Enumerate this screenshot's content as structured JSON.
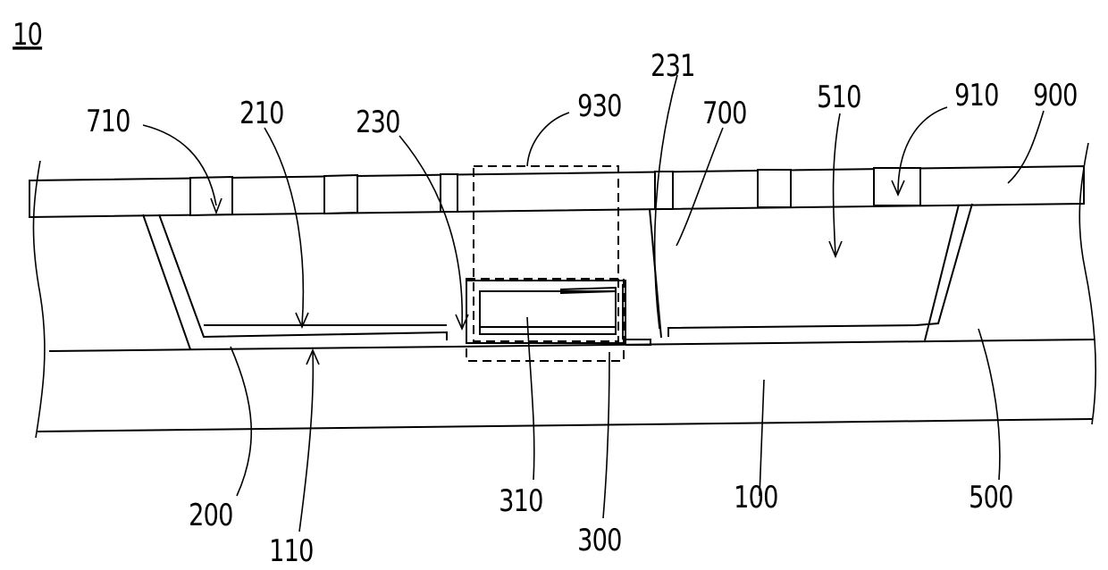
{
  "figure_number": "10",
  "labels": {
    "l710": "710",
    "l210": "210",
    "l230": "230",
    "l930": "930",
    "l231": "231",
    "l700": "700",
    "l510": "510",
    "l910": "910",
    "l900": "900",
    "l200": "200",
    "l110": "110",
    "l310": "310",
    "l300": "300",
    "l100": "100",
    "l500": "500"
  }
}
